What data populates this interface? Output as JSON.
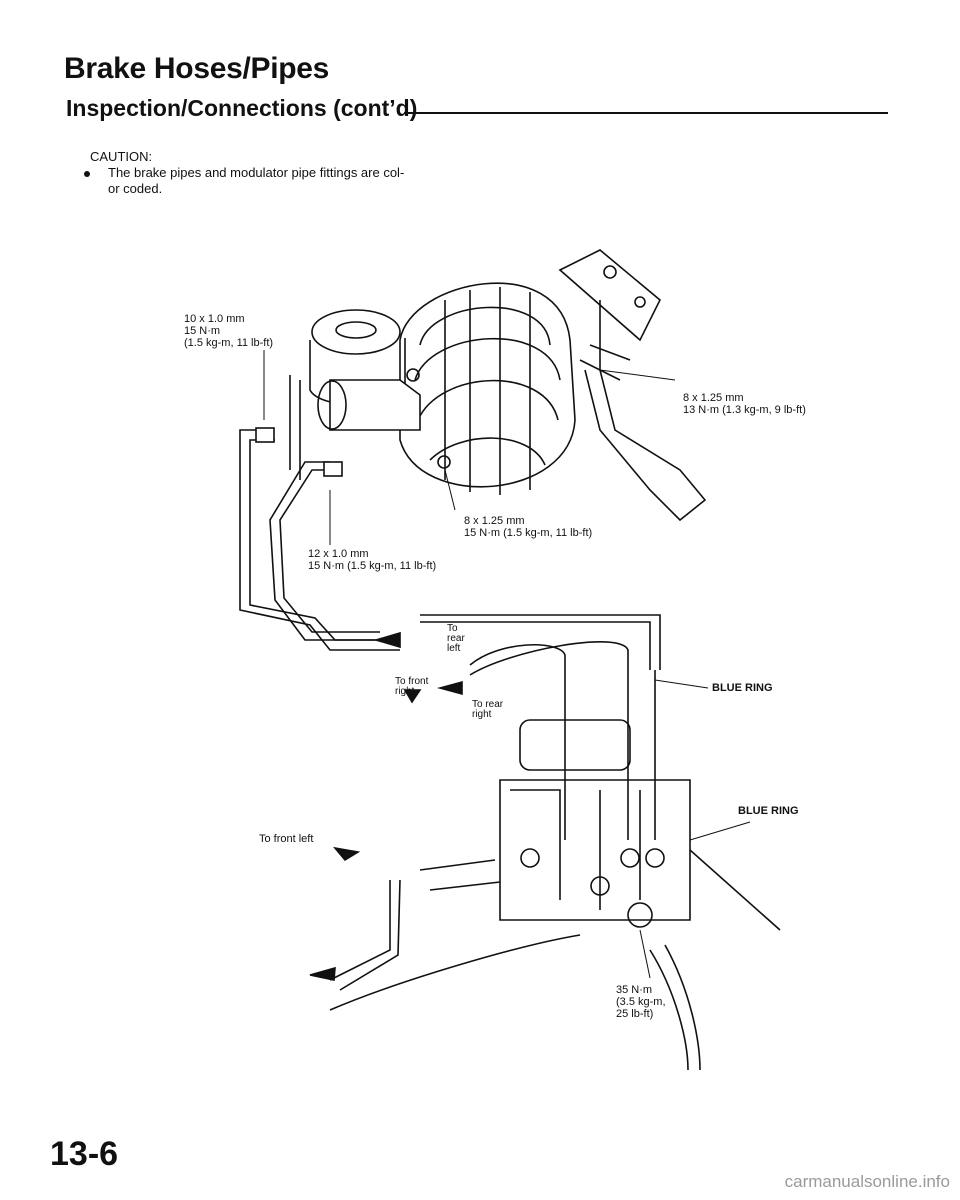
{
  "header": {
    "title": "Brake Hoses/Pipes",
    "subtitle": "Inspection/Connections (cont’d)"
  },
  "caution": {
    "heading": "CAUTION:",
    "items": [
      "The brake pipes and modulator pipe fittings are col-\nor coded."
    ]
  },
  "figure": {
    "labels": {
      "fitting_top_left": [
        "10 x 1.0 mm",
        "15 N·m",
        "(1.5 kg-m, 11 lb-ft)"
      ],
      "fitting_right": [
        "8 x 1.25 mm",
        "13 N·m (1.3 kg-m, 9 lb-ft)"
      ],
      "fitting_center": [
        "8 x 1.25 mm",
        "15 N·m (1.5 kg-m, 11 lb-ft)"
      ],
      "fitting_lower_left": [
        "12 x 1.0 mm",
        "15 N·m (1.5 kg-m, 11 lb-ft)"
      ],
      "to_rear_left": [
        "To",
        "rear",
        "left"
      ],
      "to_front_right": [
        "To front",
        "right"
      ],
      "to_rear_right": [
        "To rear",
        "right"
      ],
      "blue_ring_upper": "BLUE RING",
      "blue_ring_lower": "BLUE RING",
      "to_front_left": "To front left",
      "torque_bottom": [
        "35 N·m",
        "(3.5 kg-m,",
        "25 lb-ft)"
      ]
    }
  },
  "footer": {
    "page_number": "13-6",
    "watermark": "carmanualsonline.info"
  }
}
